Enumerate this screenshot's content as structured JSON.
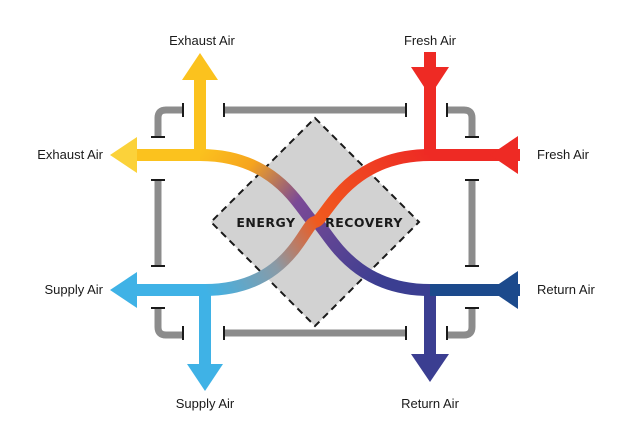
{
  "colors": {
    "exhaust": "#f6b817",
    "exhaust_light": "#fbd23a",
    "fresh": "#ee2a24",
    "fresh_mid": "#f05a1e",
    "supply": "#28a7e1",
    "supply_light": "#3fb2e6",
    "return": "#1c4a8c",
    "return_mid": "#3b3e91",
    "duct": "#8c8c8c",
    "core_fill": "#d2d2d2",
    "core_border": "#1a1a1a"
  },
  "core": {
    "left_label": "ENERGY",
    "right_label": "RECOVERY"
  },
  "labels": {
    "exhaust_top": "Exhaust Air",
    "exhaust_left": "Exhaust Air",
    "fresh_top": "Fresh Air",
    "fresh_right": "Fresh Air",
    "supply_left": "Supply Air",
    "supply_bottom": "Supply Air",
    "return_right": "Return Air",
    "return_bottom": "Return Air"
  },
  "icons": {
    "exhaust_up": "arrow-up-icon",
    "exhaust_left": "arrow-left-icon",
    "fresh_down": "arrow-down-icon",
    "fresh_in": "arrow-left-icon",
    "supply_left": "arrow-left-icon",
    "supply_down": "arrow-down-icon",
    "return_in": "arrow-left-icon",
    "return_down": "arrow-down-icon"
  }
}
